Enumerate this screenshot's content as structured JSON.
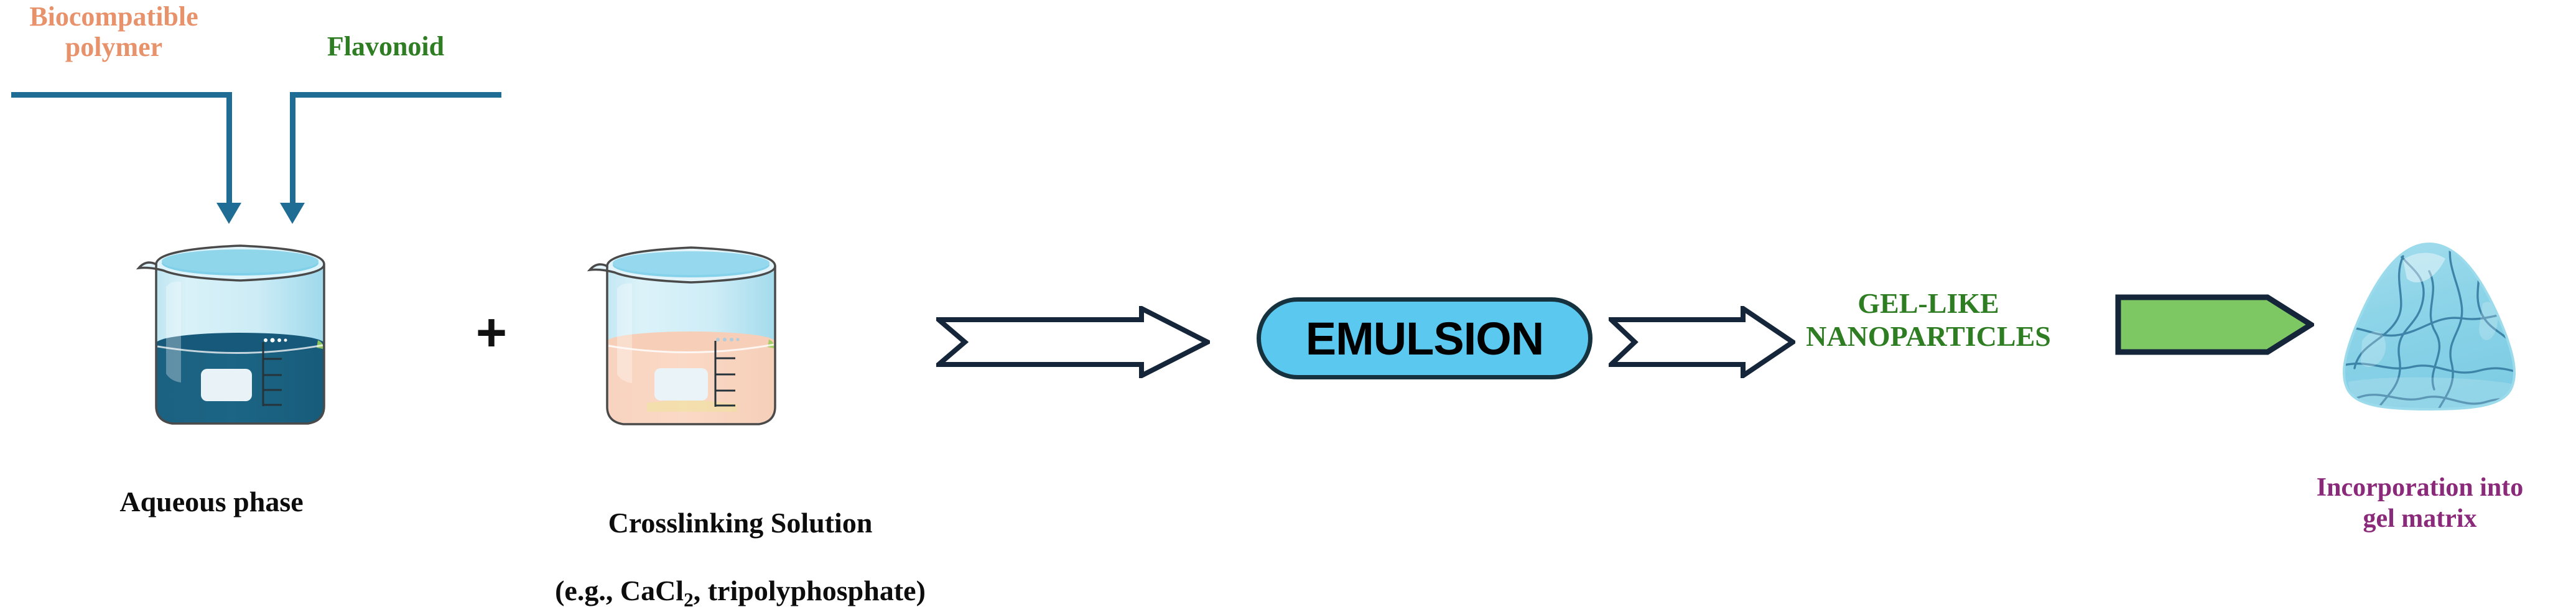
{
  "diagram": {
    "title": "Flavonoid-loaded gel-like nanoparticle preparation workflow",
    "background": "#ffffff"
  },
  "sources": [
    {
      "id": "biocompatible-polymer",
      "label": "Biocompatible\npolymer",
      "color": "#E8926B"
    },
    {
      "id": "flavonoid",
      "label": "Flavonoid",
      "color": "#2E7D22"
    }
  ],
  "connectors": {
    "color": "#1F6C94",
    "stroke_width": 9,
    "items": [
      {
        "id": "polymer-feed",
        "from": "biocompatible-polymer",
        "to": "aqueous-phase-beaker"
      },
      {
        "id": "flavonoid-feed",
        "from": "flavonoid",
        "to": "aqueous-phase-beaker"
      }
    ]
  },
  "beakers": [
    {
      "id": "aqueous-phase-beaker",
      "caption": "Aqueous  phase",
      "liquid_color": "#1C6584",
      "glass_color": "#9BD7E8",
      "label_patch_color": "#F3FAFD",
      "graduations": 4
    },
    {
      "id": "crosslinking-beaker",
      "caption": "Crosslinking Solution",
      "caption_line2_prefix": "(e.g., CaCl",
      "caption_line2_sub": "2",
      "caption_line2_suffix": ", tripolyphosphate)",
      "liquid_color": "#F9D5C0",
      "glass_color": "#A8DCEB",
      "label_patch_color": "#E9F5FB",
      "graduations": 4
    }
  ],
  "operators": {
    "plus": "+"
  },
  "arrows": [
    {
      "id": "arrow-to-emulsion",
      "style": "hollow-block",
      "fill": "#FFFFFF",
      "stroke": "#16263A",
      "direction": "right"
    },
    {
      "id": "arrow-to-nanoparticles",
      "style": "hollow-block",
      "fill": "#FFFFFF",
      "stroke": "#16263A",
      "direction": "right"
    },
    {
      "id": "arrow-to-gel-matrix",
      "style": "solid-block",
      "fill": "#7EC864",
      "stroke": "#16263A",
      "direction": "right"
    }
  ],
  "nodes": {
    "emulsion": {
      "label": "EMULSION",
      "fill": "#5BC8F0",
      "stroke": "#16323F",
      "text_color": "#000000"
    },
    "gel_nanoparticles": {
      "label": "GEL-LIKE\nNANOPARTICLES",
      "color": "#2E7D22"
    },
    "nanoparticle_blob": {
      "id": "gel-nanoparticle-blob",
      "fill": "#8DD4E8",
      "highlight": "#BCE7F3",
      "network_line_color": "#3E84A8"
    }
  },
  "final_caption": {
    "label": "Incorporation into\ngel matrix",
    "color": "#8B2A7A"
  }
}
